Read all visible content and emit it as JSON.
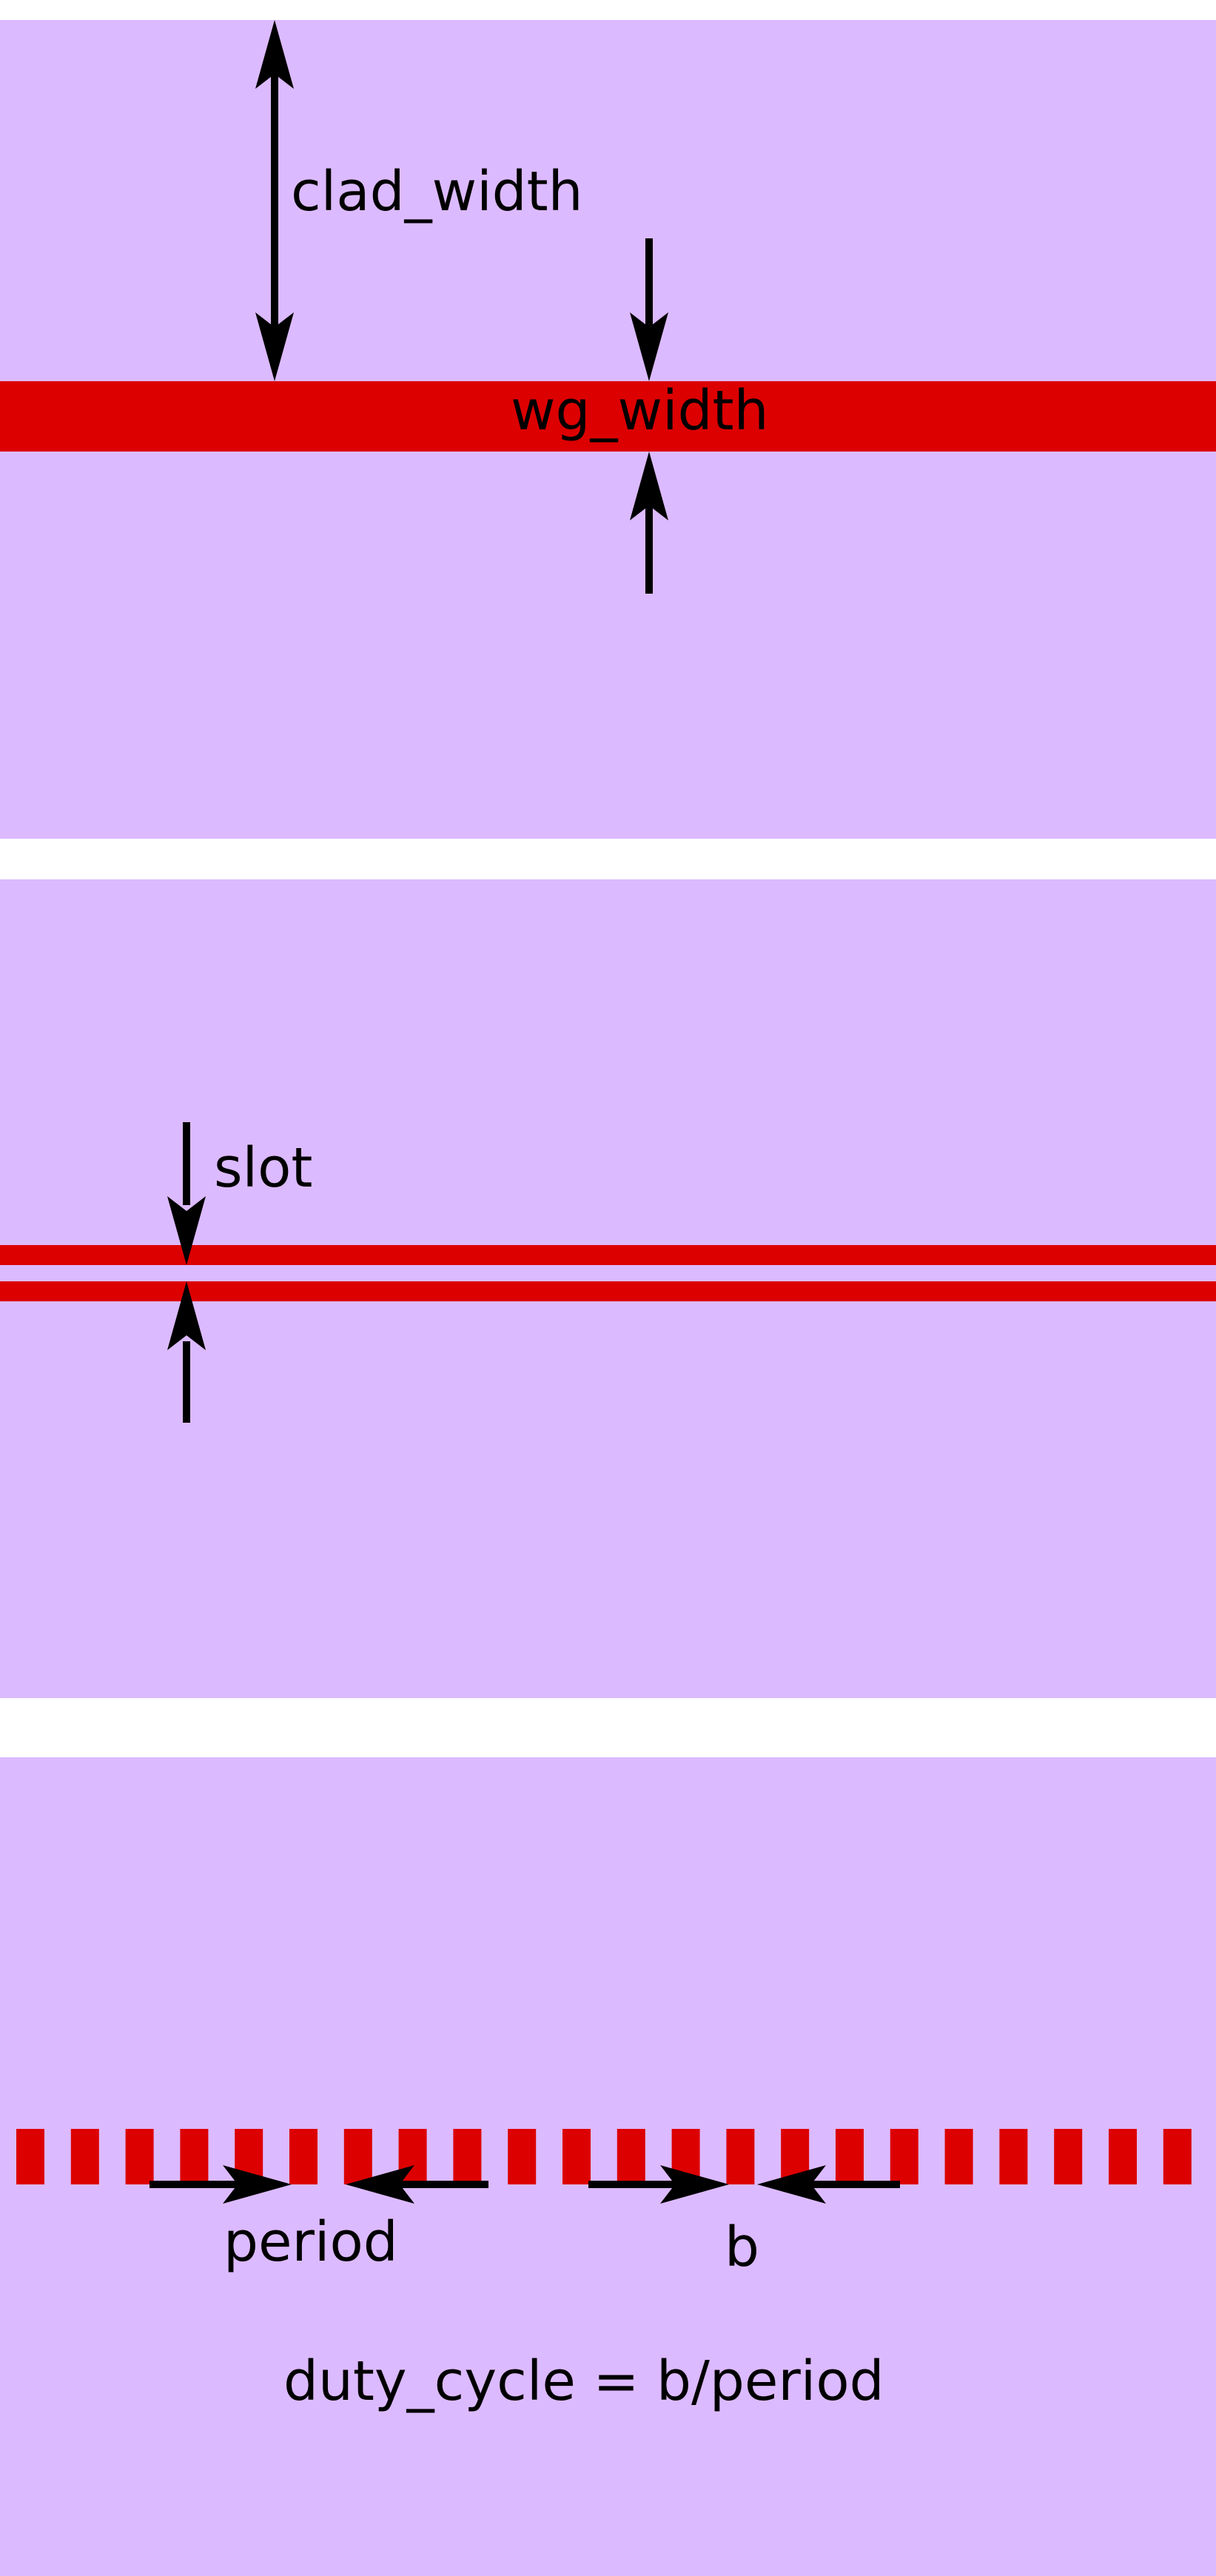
{
  "colors": {
    "background": "#ffffff",
    "cladding": "#dcbaff",
    "waveguide": "#dd0000",
    "arrow": "#000000"
  },
  "panel_strip": {
    "labels": {
      "clad_width": "clad_width",
      "wg_width": "wg_width"
    }
  },
  "panel_slot": {
    "labels": {
      "slot": "slot"
    }
  },
  "panel_grating": {
    "segment_count": 22,
    "labels": {
      "period": "period",
      "b": "b",
      "duty_cycle": "duty_cycle = b/period"
    }
  }
}
